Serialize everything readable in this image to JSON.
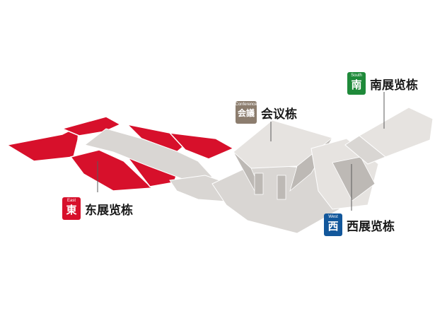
{
  "colors": {
    "east": "#d7102b",
    "conference": "#8c7d6e",
    "south": "#1f8a3a",
    "west": "#12579b",
    "building": "#d9d6d3",
    "building_dark": "#bdb9b5",
    "leader": "#5a5a5a"
  },
  "labels": {
    "east": {
      "badge_en": "East",
      "badge_cjk": "東",
      "name": "东展览栋"
    },
    "conference": {
      "badge_en": "Conference",
      "badge_cjk": "会議",
      "name": "会议栋"
    },
    "south": {
      "badge_en": "South",
      "badge_cjk": "南",
      "name": "南展览栋"
    },
    "west": {
      "badge_en": "West",
      "badge_cjk": "西",
      "name": "西展览栋"
    }
  }
}
